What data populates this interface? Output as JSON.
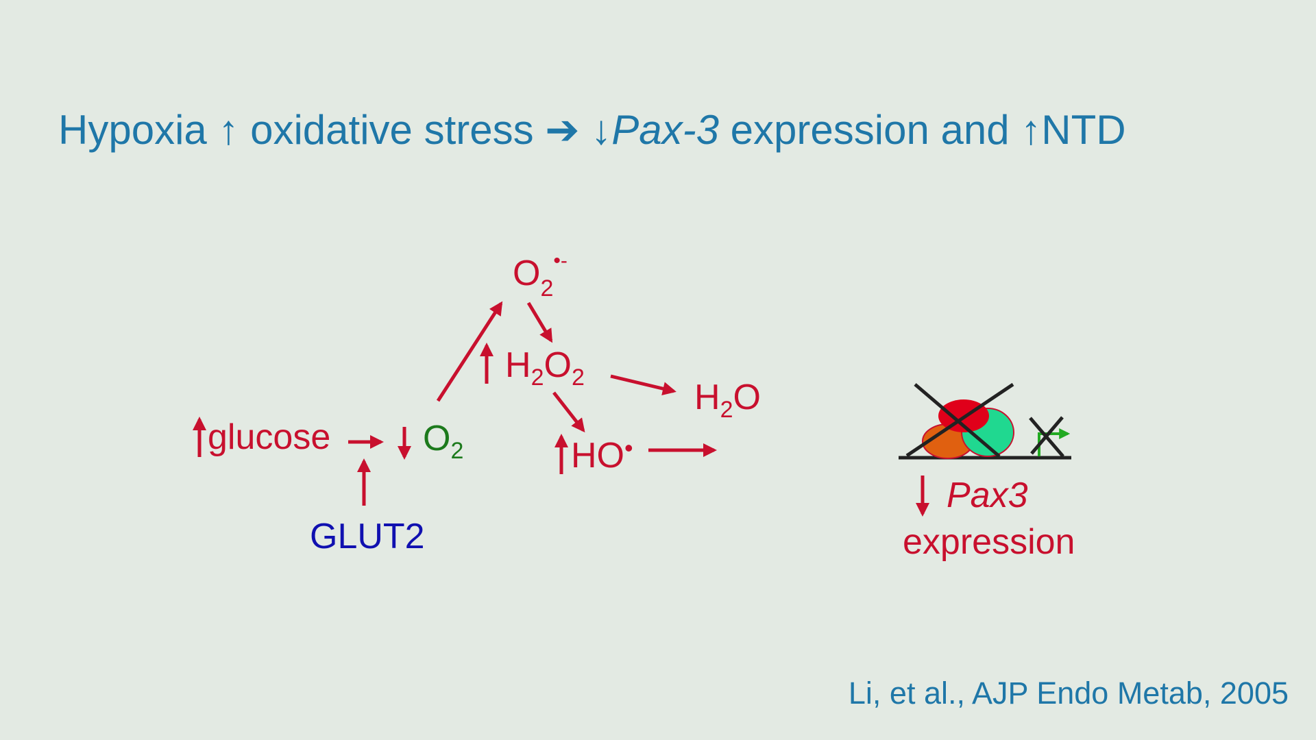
{
  "title": {
    "part1": "Hypoxia ",
    "arrow_up_1": "↑",
    "part2": " oxidative stress ",
    "arrow_right": "➔",
    "arrow_down": " ↓",
    "gene_italic": "Pax-3",
    "part3": " expression and ",
    "arrow_up_2": "↑",
    "part4": "NTD"
  },
  "diagram": {
    "glucose": "glucose",
    "glut2": "GLUT2",
    "oxygen": {
      "base": "O",
      "sub": "2"
    },
    "superoxide": {
      "base": "O",
      "sub": "2",
      "sup": "•-"
    },
    "hydrogen_peroxide": {
      "h": "H",
      "sub1": "2",
      "o": "O",
      "sub2": "2"
    },
    "water": {
      "h": "H",
      "sub": "2",
      "o": "O"
    },
    "hydroxyl": {
      "base": "HO",
      "dot": "•"
    },
    "pax3_gene": "Pax3",
    "pax3_expression": "expression"
  },
  "citation": "Li, et al., AJP Endo Metab, 2005",
  "colors": {
    "background": "#e3eae3",
    "title_blue": "#1f77a8",
    "pathway_red": "#c8102e",
    "oxygen_green": "#1c7a1c",
    "glut2_blue": "#1010b0",
    "factor_red": "#e0001a",
    "factor_orange": "#e06010",
    "factor_teal": "#20d890",
    "promoter_green": "#22aa22",
    "cross_black": "#222222"
  },
  "icons": [
    "up-arrow-icon",
    "down-arrow-icon",
    "right-arrow-icon",
    "cross-mark-icon",
    "promoter-arrow-icon"
  ]
}
